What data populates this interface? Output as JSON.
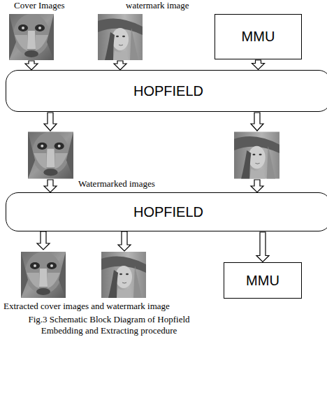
{
  "diagram": {
    "caption": "Fig.3 Schematic Block Diagram of Hopfield Embedding and Extracting procedure",
    "nodes": [
      {
        "text": [
          "MMU"
        ]
      },
      {
        "text": [
          "HOPFIELD"
        ]
      },
      {
        "text": [
          "HOPFIELD"
        ]
      },
      {
        "text": [
          "MMU"
        ]
      }
    ],
    "edges": [
      {
        "from": 0,
        "to": 1,
        "arrow": "to"
      },
      {
        "from": 2,
        "to": 3,
        "arrow": "to"
      }
    ],
    "labels": [
      "Cover Images",
      "watermark image",
      "Watermarked images",
      "Extracted cover images and watermark image"
    ]
  }
}
